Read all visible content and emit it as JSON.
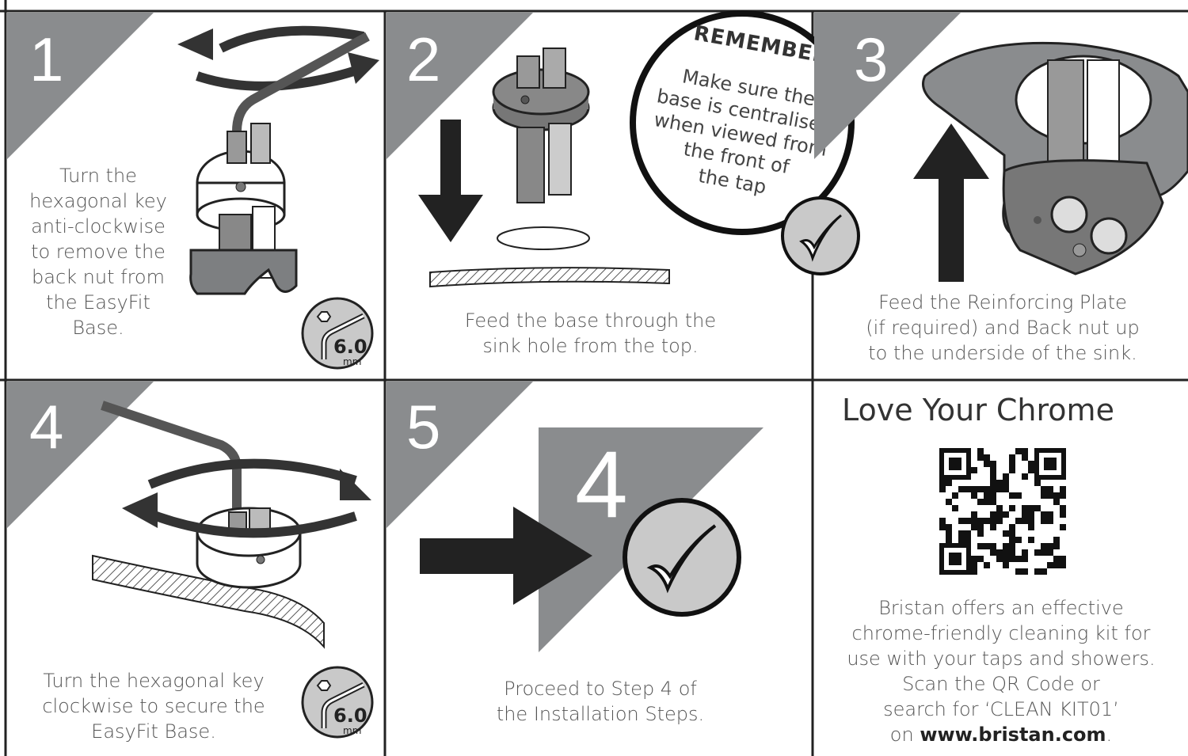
{
  "steps": [
    {
      "number": "1",
      "caption": [
        "Turn the",
        "hexagonal key",
        "anti-clockwise",
        "to remove the",
        "back nut from",
        "the EasyFit",
        "Base."
      ],
      "tool": {
        "size": "6.0",
        "unit": "mm"
      }
    },
    {
      "number": "2",
      "caption": [
        "Feed the base through the",
        "sink hole from the top."
      ]
    },
    {
      "number": "3",
      "caption": [
        "Feed the Reinforcing Plate",
        "(if required) and Back nut up",
        "to the underside of the sink."
      ]
    },
    {
      "number": "4",
      "caption": [
        "Turn the hexagonal key",
        "clockwise to secure the",
        "EasyFit Base."
      ],
      "tool": {
        "size": "6.0",
        "unit": "mm"
      }
    },
    {
      "number": "5",
      "caption": [
        "Proceed to Step 4 of",
        "the Installation Steps."
      ],
      "goto_step": "4"
    }
  ],
  "remember": {
    "title": "REMEMBER",
    "lines": [
      "Make sure the",
      "base is centralised",
      "when viewed from",
      "the front of",
      "the tap"
    ]
  },
  "promo": {
    "title": "Love Your Chrome",
    "lines": [
      "Bristan offers an effective",
      "chrome-friendly cleaning kit for",
      "use with your taps and showers.",
      "Scan the QR Code or",
      "search for ‘CLEAN KIT01’"
    ],
    "url_prefix": "on ",
    "url": "www.bristan.com",
    "url_suffix": "."
  },
  "colors": {
    "accent_gray": "#8a8c8e",
    "line": "#222222",
    "text": "#555555",
    "check_fill": "#c9c9c9"
  },
  "icons": [
    "hex-key-icon",
    "checkmark-icon",
    "rotation-arrows-icon",
    "down-arrow-icon",
    "up-arrow-icon",
    "right-arrow-icon",
    "qr-code-icon"
  ]
}
